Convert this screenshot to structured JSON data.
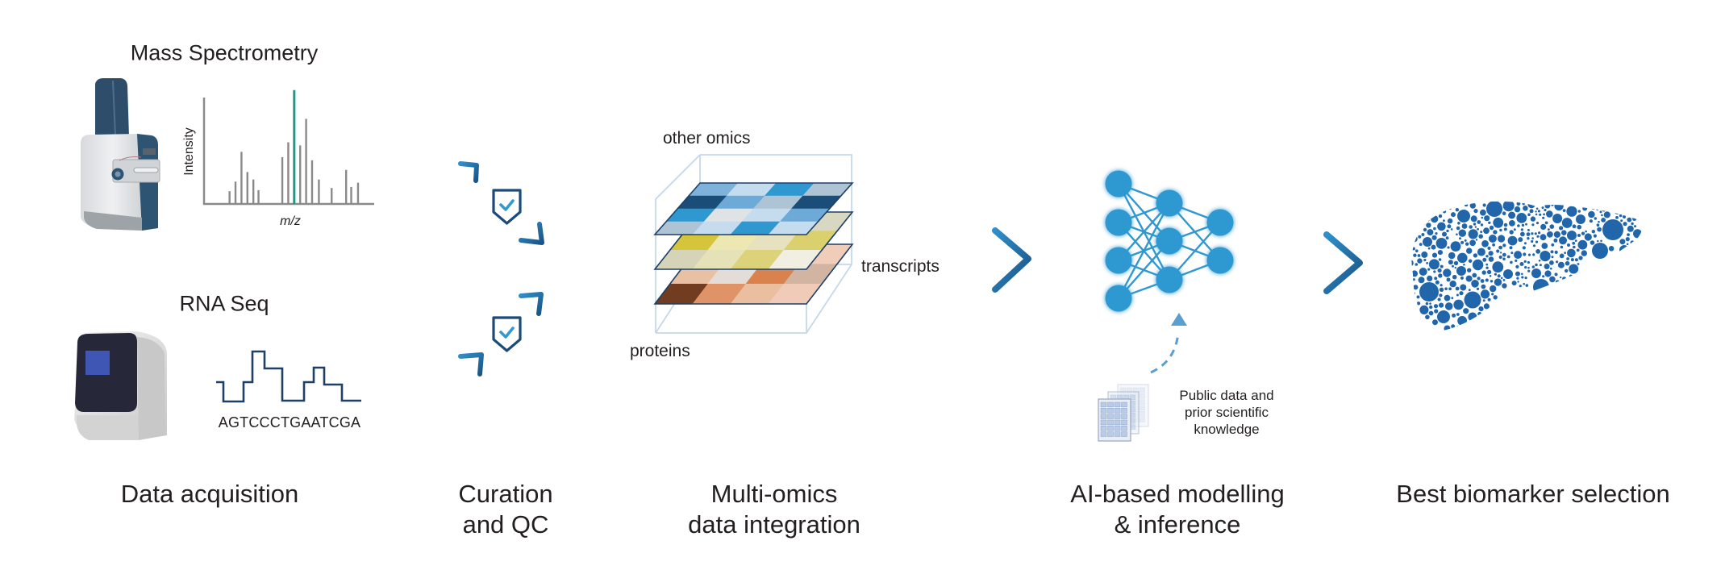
{
  "colors": {
    "text": "#231f20",
    "chevron": "#1f6ba5",
    "shield": "#1b4b7a",
    "check": "#2f9bd6",
    "network_node": "#2f98d1",
    "liver": "#2166ab",
    "ms_peak": "#8a8a8a",
    "ms_peak_highlight": "#1a9a8a",
    "trace": "#1e3f66",
    "box_frame": "#c4d8ec"
  },
  "stages": [
    {
      "id": "data-acquisition",
      "title_lines": [
        "Data acquisition"
      ]
    },
    {
      "id": "curation-qc",
      "title_lines": [
        "Curation",
        "and QC"
      ]
    },
    {
      "id": "multi-omics",
      "title_lines": [
        "Multi-omics",
        "data integration"
      ]
    },
    {
      "id": "ai-modelling",
      "title_lines": [
        "AI-based modelling",
        "& inference"
      ]
    },
    {
      "id": "biomarker-selection",
      "title_lines": [
        "Best biomarker selection"
      ]
    }
  ],
  "data_acquisition": {
    "mass_spec": {
      "label": "Mass Spectrometry",
      "icon": "mass-spectrometer-icon",
      "spectrum": {
        "xlabel": "m/z",
        "ylabel": "Intensity",
        "peaks": [
          {
            "x": 0.15,
            "h": 0.12
          },
          {
            "x": 0.185,
            "h": 0.21
          },
          {
            "x": 0.22,
            "h": 0.49
          },
          {
            "x": 0.255,
            "h": 0.3
          },
          {
            "x": 0.29,
            "h": 0.23
          },
          {
            "x": 0.32,
            "h": 0.13
          },
          {
            "x": 0.46,
            "h": 0.44
          },
          {
            "x": 0.495,
            "h": 0.58
          },
          {
            "x": 0.53,
            "h": 1.07,
            "highlight": true
          },
          {
            "x": 0.565,
            "h": 0.55
          },
          {
            "x": 0.6,
            "h": 0.8
          },
          {
            "x": 0.635,
            "h": 0.41
          },
          {
            "x": 0.675,
            "h": 0.23
          },
          {
            "x": 0.75,
            "h": 0.15
          },
          {
            "x": 0.835,
            "h": 0.32
          },
          {
            "x": 0.865,
            "h": 0.16
          },
          {
            "x": 0.905,
            "h": 0.2
          }
        ]
      }
    },
    "rna_seq": {
      "label": "RNA Seq",
      "icon": "sequencer-icon",
      "sequence": "AGTCCCTGAATCGA",
      "trace_levels": [
        1,
        0,
        1,
        3,
        2,
        0,
        1,
        2,
        1,
        0
      ]
    }
  },
  "curation": {
    "icons": [
      "shield-check-icon",
      "shield-check-icon"
    ]
  },
  "multi_omics": {
    "layers": [
      {
        "name": "other omics",
        "palette": "blue",
        "cells": [
          "#7fb2da",
          "#c5dcef",
          "#2f98d1",
          "#aec4d4",
          "#1a4e78",
          "#6eaad7",
          "#aec4d4",
          "#1a4e78",
          "#2f98d1",
          "#dfe3e6",
          "#c5dcef",
          "#6eaad7",
          "#aec4d4",
          "#c5dcef",
          "#2f98d1",
          "#c5dcef"
        ]
      },
      {
        "name": "transcripts",
        "palette": "yellow",
        "cells": [
          "#e6e3c7",
          "#6b6a2e",
          "#e3dcb0",
          "#d8d7c2",
          "#d4c53a",
          "#ede7b2",
          "#e6e2c0",
          "#dbd06e",
          "#d5d3b8",
          "#e6e2b8",
          "#dbd27a",
          "#f0efe1"
        ]
      },
      {
        "name": "proteins",
        "palette": "orange",
        "cells": [
          "#e8bb98",
          "#7a3d1f",
          "#e09365",
          "#f0cdb8",
          "#e9c0a3",
          "#e4dcd6",
          "#d9824d",
          "#d1b4a2",
          "#723c20",
          "#df9366",
          "#e9bf9f",
          "#efcbb8"
        ]
      }
    ],
    "labels": {
      "top": "other omics",
      "middle": "transcripts",
      "bottom": "proteins"
    }
  },
  "ai_model": {
    "icon": "neural-network-icon",
    "network_layers": [
      4,
      3,
      2
    ],
    "prior_knowledge_lines": [
      "Public data and",
      "prior scientific",
      "knowledge"
    ],
    "prior_icon": "data-sheets-icon"
  },
  "biomarker": {
    "icon": "liver-icon"
  }
}
